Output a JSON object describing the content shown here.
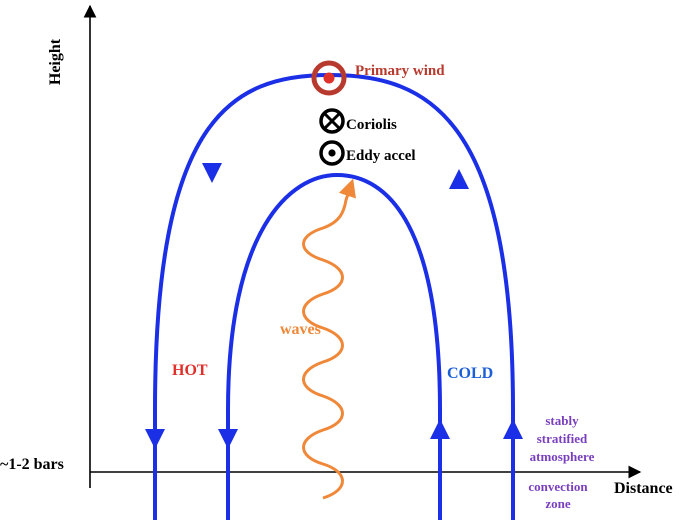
{
  "axes": {
    "y_label": "Height",
    "x_label": "Distance",
    "pressure_label": "~1-2 bars"
  },
  "annotations": {
    "primary_wind": "Primary wind",
    "coriolis": "Coriolis",
    "eddy_accel": "Eddy accel",
    "waves": "waves",
    "hot": "HOT",
    "cold": "COLD",
    "stably_line1": "stably",
    "stably_line2": "stratified",
    "stably_line3": "atmosphere",
    "convection_line1": "convection",
    "convection_line2": "zone"
  },
  "colors": {
    "circulation": "#1a2fe6",
    "primary_wind": "#b83a2e",
    "waves": "#f0883a",
    "hot": "#e0302a",
    "cold": "#1a5fd6",
    "zone_text": "#7a3fbf",
    "axis": "#000000"
  }
}
